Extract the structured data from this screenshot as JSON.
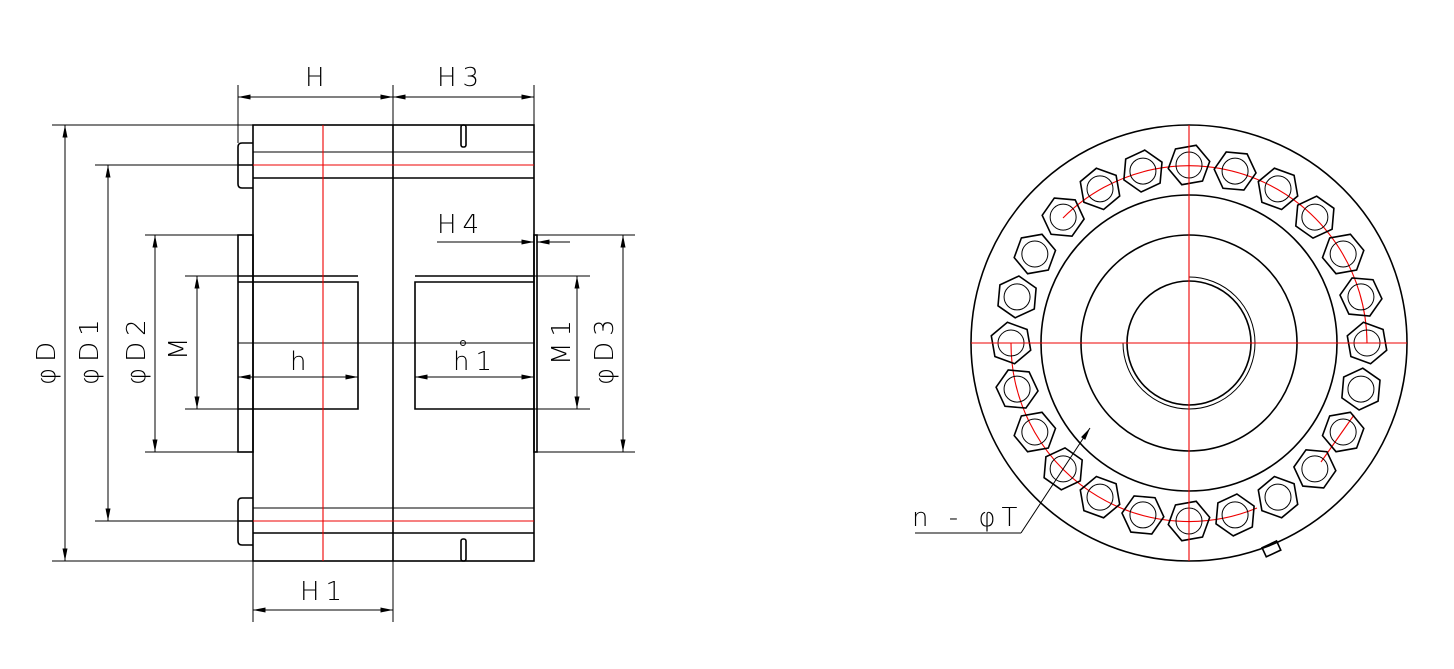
{
  "labels": {
    "H": "H",
    "H3": "H3",
    "H4": "H4",
    "H1": "H1",
    "phiD": "φD",
    "phiD1": "φD1",
    "phiD2": "φD2",
    "M": "M",
    "h": "h",
    "h1": "h1",
    "M1": "M1",
    "phiD3": "φD3",
    "nT": "n - φT"
  },
  "bolt_count": 24,
  "colors": {
    "line": "#000000",
    "centerline": "#e00000"
  }
}
